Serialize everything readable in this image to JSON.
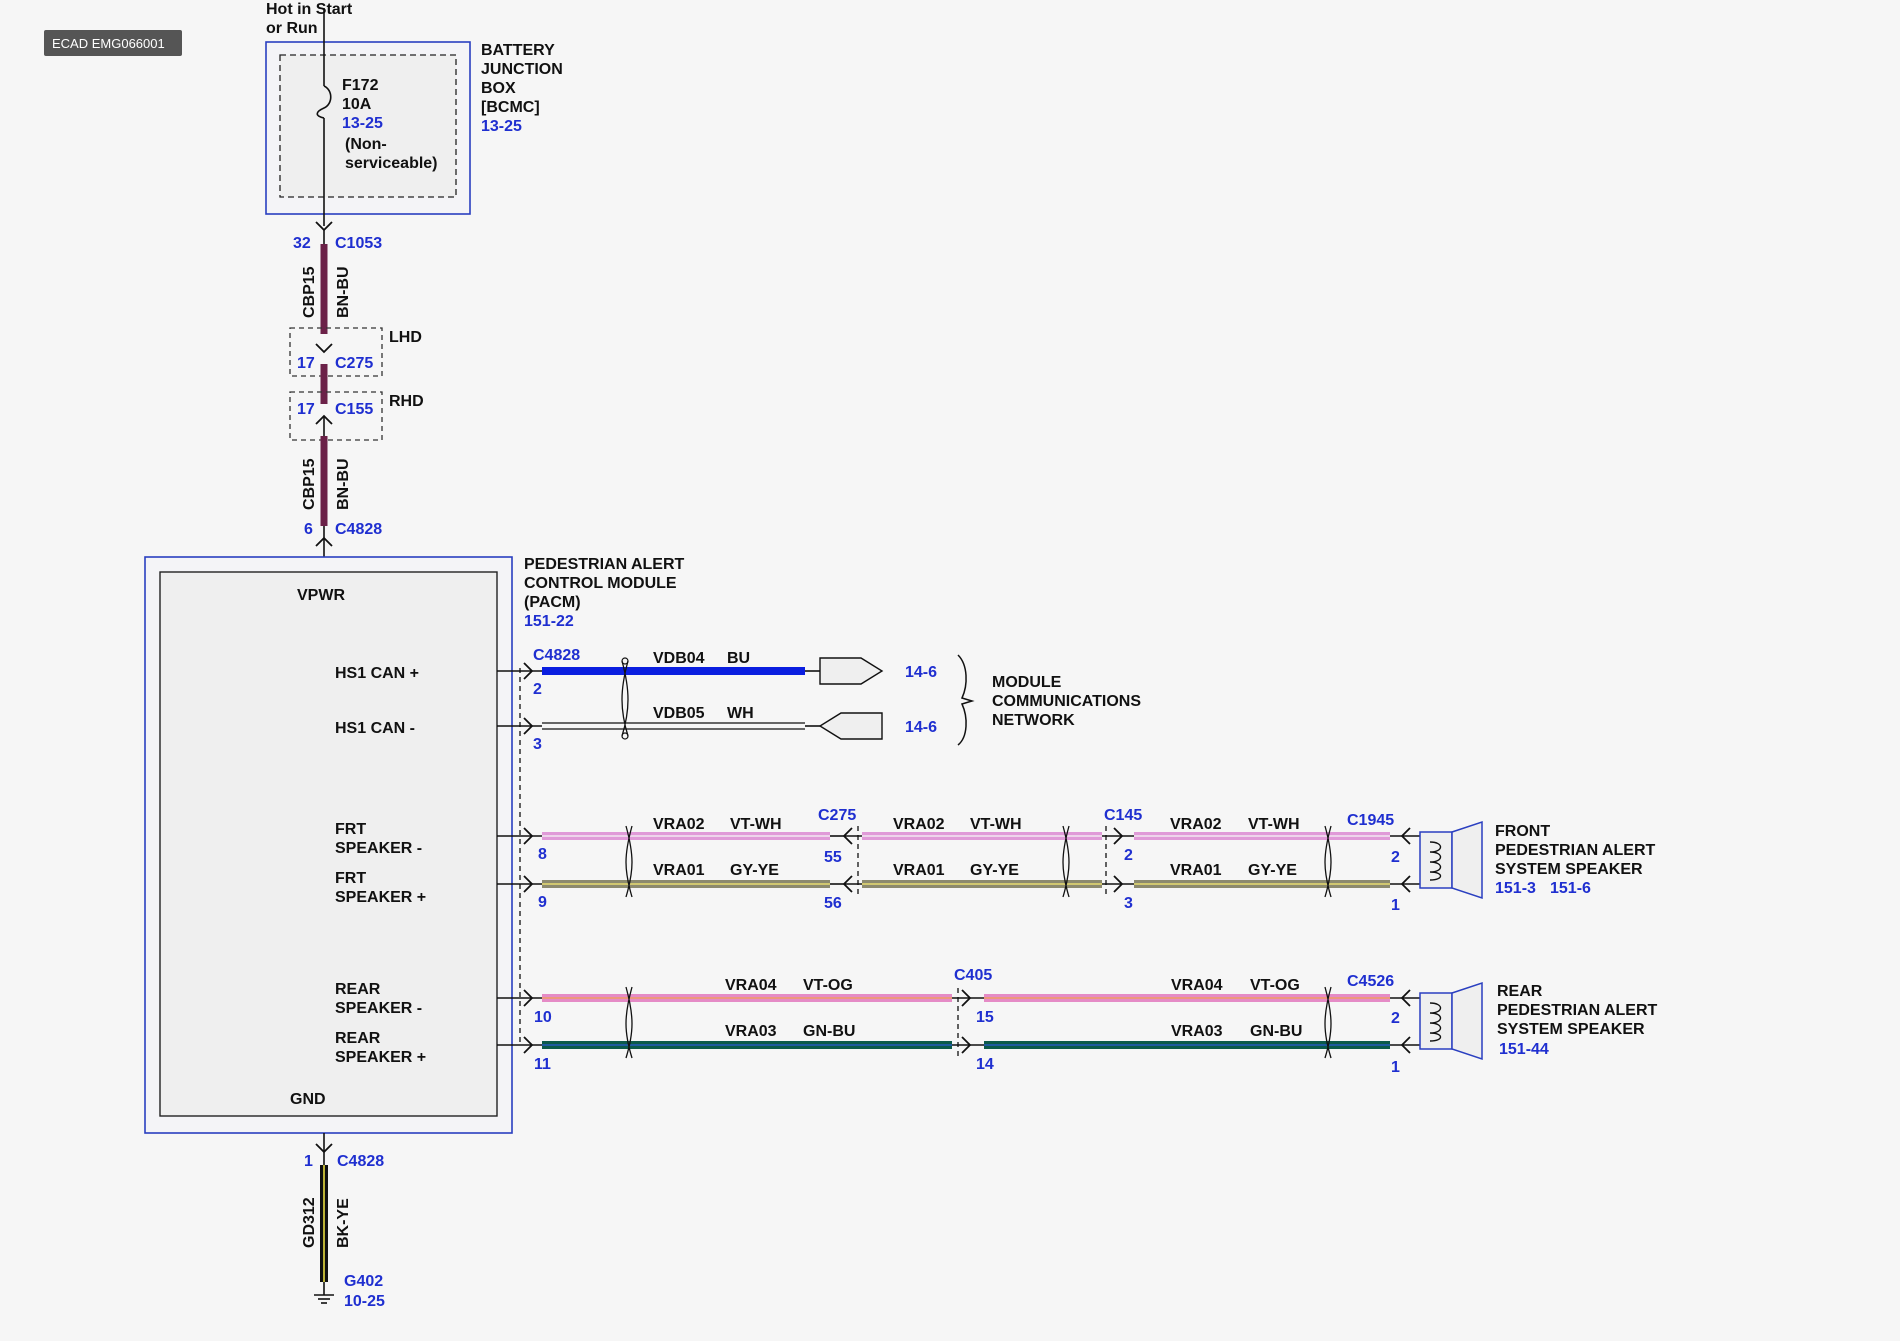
{
  "badge": "ECAD EMG066001",
  "supply": {
    "line1": "Hot in Start",
    "line2": "or Run"
  },
  "bjb": {
    "fuse_name": "F172",
    "fuse_rating": "10A",
    "fuse_ref": "13-25",
    "fuse_note1": "(Non-",
    "fuse_note2": "serviceable)",
    "label1": "BATTERY",
    "label2": "JUNCTION",
    "label3": "BOX",
    "label4": "[BCMC]",
    "ref": "13-25"
  },
  "feed": {
    "c1053_pin": "32",
    "c1053": "C1053",
    "circuit": "CBP15",
    "color": "BN-BU",
    "c275_pin": "17",
    "c275": "C275",
    "lhd": "LHD",
    "c155_pin": "17",
    "c155": "C155",
    "rhd": "RHD",
    "circuit2": "CBP15",
    "color2": "BN-BU",
    "c4828_pin": "6",
    "c4828": "C4828"
  },
  "pacm": {
    "label1": "PEDESTRIAN ALERT",
    "label2": "CONTROL MODULE",
    "label3": "(PACM)",
    "ref": "151-22",
    "vpwr": "VPWR",
    "gnd": "GND",
    "hs1_plus": "HS1 CAN +",
    "hs1_minus": "HS1 CAN -",
    "frt_minus_1": "FRT",
    "frt_minus_2": "SPEAKER -",
    "frt_plus_1": "FRT",
    "frt_plus_2": "SPEAKER +",
    "rear_minus_1": "REAR",
    "rear_minus_2": "SPEAKER -",
    "rear_plus_1": "REAR",
    "rear_plus_2": "SPEAKER +"
  },
  "can": {
    "connector": "C4828",
    "pin_plus": "2",
    "pin_minus": "3",
    "circuit_plus": "VDB04",
    "color_plus": "BU",
    "circuit_minus": "VDB05",
    "color_minus": "WH",
    "ref_plus": "14-6",
    "ref_minus": "14-6",
    "network1": "MODULE",
    "network2": "COMMUNICATIONS",
    "network3": "NETWORK"
  },
  "front": {
    "pin_minus": "8",
    "pin_plus": "9",
    "c1": {
      "circuit_minus": "VRA02",
      "color_minus": "VT-WH",
      "circuit_plus": "VRA01",
      "color_plus": "GY-YE"
    },
    "c275": "C275",
    "c275_pin_minus": "55",
    "c275_pin_plus": "56",
    "c2": {
      "circuit_minus": "VRA02",
      "color_minus": "VT-WH",
      "circuit_plus": "VRA01",
      "color_plus": "GY-YE"
    },
    "c145": "C145",
    "c145_pin_minus": "2",
    "c145_pin_plus": "3",
    "c3": {
      "circuit_minus": "VRA02",
      "color_minus": "VT-WH",
      "circuit_plus": "VRA01",
      "color_plus": "GY-YE"
    },
    "c1945": "C1945",
    "c1945_pin_minus": "2",
    "c1945_pin_plus": "1",
    "label1": "FRONT",
    "label2": "PEDESTRIAN ALERT",
    "label3": "SYSTEM SPEAKER",
    "ref1": "151-3",
    "ref2": "151-6"
  },
  "rear": {
    "pin_minus": "10",
    "pin_plus": "11",
    "c1": {
      "circuit_minus": "VRA04",
      "color_minus": "VT-OG",
      "circuit_plus": "VRA03",
      "color_plus": "GN-BU"
    },
    "c405": "C405",
    "c405_pin_minus": "15",
    "c405_pin_plus": "14",
    "c2": {
      "circuit_minus": "VRA04",
      "color_minus": "VT-OG",
      "circuit_plus": "VRA03",
      "color_plus": "GN-BU"
    },
    "c4526": "C4526",
    "c4526_pin_minus": "2",
    "c4526_pin_plus": "1",
    "label1": "REAR",
    "label2": "PEDESTRIAN ALERT",
    "label3": "SYSTEM SPEAKER",
    "ref": "151-44"
  },
  "ground": {
    "pin": "1",
    "connector": "C4828",
    "circuit": "GD312",
    "color": "BK-YE",
    "ground": "G402",
    "ref": "10-25"
  },
  "colors": {
    "blue_label": "#1f2fd0",
    "bn_bu": "#6b2148",
    "can_bu": "#0a1ee0",
    "vt_wh": "#e09ad8",
    "gy_ye": "#8c8a6e",
    "vt_og": "#e58bc6",
    "gn_bu": "#0b5a4a",
    "bk_ye": "#101010"
  }
}
